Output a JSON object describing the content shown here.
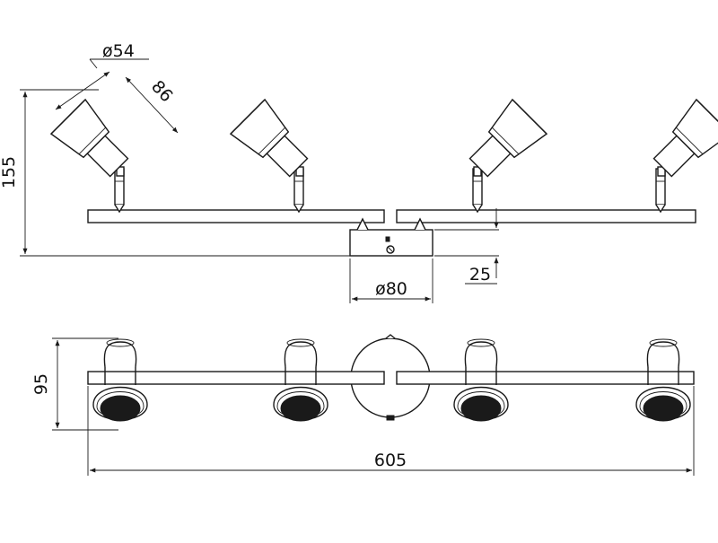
{
  "colors": {
    "line": "#1a1a1a",
    "background": "#ffffff"
  },
  "dimensions": {
    "shade_diameter": "ø54",
    "shade_length": "86",
    "height": "155",
    "base_diameter": "ø80",
    "base_height": "25",
    "depth": "95",
    "width": "605"
  }
}
